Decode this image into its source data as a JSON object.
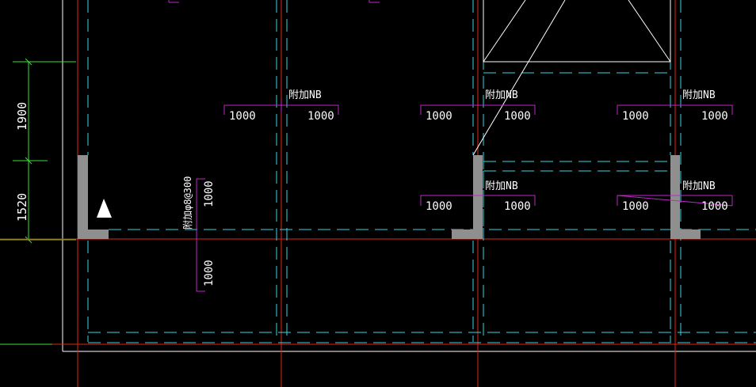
{
  "colors": {
    "background": "#000000",
    "axis_red": "#e0261a",
    "dash_cyan": "#35d7e6",
    "dim_green": "#3ddc3d",
    "rebar_magenta": "#c026c9",
    "wall_gray": "#8f8f8f",
    "text_white": "#ffffff"
  },
  "dimensions": {
    "left_upper": "1900",
    "left_lower": "1520"
  },
  "labels": {
    "extra_nb": "附加NB",
    "extra_rebar_vertical": "附加φ8@300"
  },
  "rebar_offsets": {
    "half_length": "1000"
  },
  "icons": {
    "view_marker": "triangle-up"
  }
}
